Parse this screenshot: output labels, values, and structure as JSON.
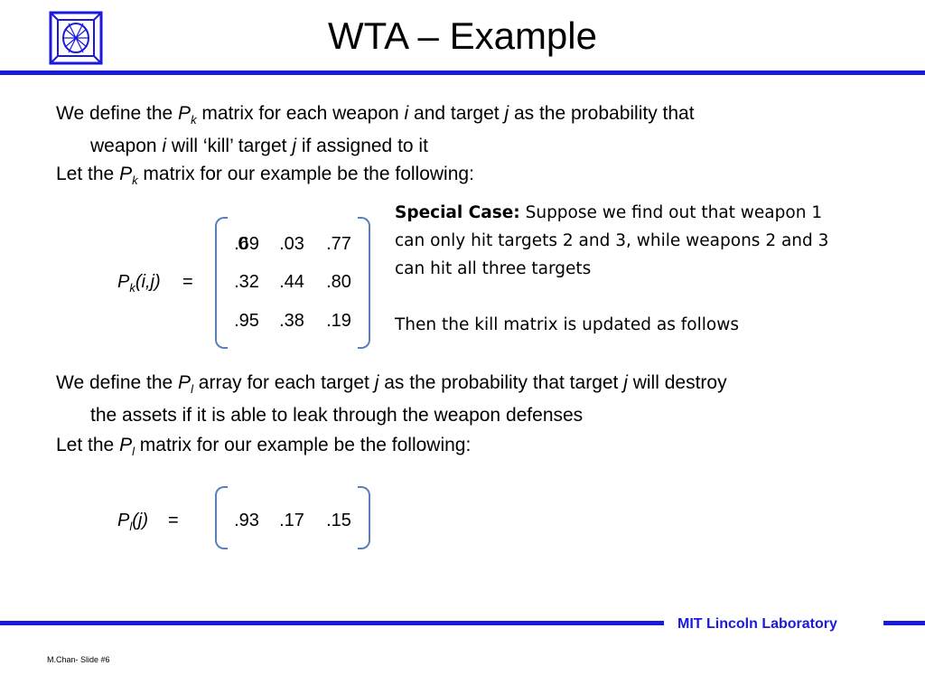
{
  "slide": {
    "title": "WTA – Example",
    "lab": "MIT Lincoln Laboratory",
    "footer": "M.Chan- Slide #6"
  },
  "para1": {
    "a": "We define the ",
    "pk": "P",
    "k": "k",
    "b": " matrix for each weapon ",
    "i": "i",
    "c": " and target ",
    "j": "j",
    "d": " as the probability that",
    "e": "weapon ",
    "i2": "i",
    "f": " will ‘kill’ target ",
    "j2": "j",
    "g": " if assigned to it"
  },
  "para2": {
    "a": "Let the ",
    "p": "P",
    "k": "k",
    "b": " matrix for our example be the following:"
  },
  "pk_matrix": {
    "label_p": "P",
    "label_k": "k",
    "label_args": "(i,j)",
    "eq": "=",
    "rows": [
      [
        ".69",
        ".03",
        ".77"
      ],
      [
        ".32",
        ".44",
        ".80"
      ],
      [
        ".95",
        ".38",
        ".19"
      ]
    ],
    "overlay_zero": "0"
  },
  "special": {
    "heading": "Special Case:",
    "line1": " Suppose we find out that weapon 1",
    "line2": "can only hit targets 2 and 3, while weapons 2 and 3",
    "line3": "can hit all three targets",
    "line4": "Then the kill matrix is updated as follows"
  },
  "para3": {
    "a": "We define the ",
    "p": "P",
    "l": "l",
    "b": " array for each target ",
    "j": "j",
    "c": " as the probability that target ",
    "j2": "j",
    "d": " will destroy",
    "e": "the assets if it is able to leak through the weapon defenses"
  },
  "para4": {
    "a": "Let the ",
    "p": "P",
    "l": "l",
    "b": " matrix for our example be the following:"
  },
  "pl_matrix": {
    "label_p": "P",
    "label_l": "l",
    "label_args": "(j)",
    "eq": "=",
    "row": [
      ".93",
      ".17",
      ".15"
    ]
  },
  "colors": {
    "accent": "#1a1adc",
    "bracket": "#5b7fb8"
  }
}
